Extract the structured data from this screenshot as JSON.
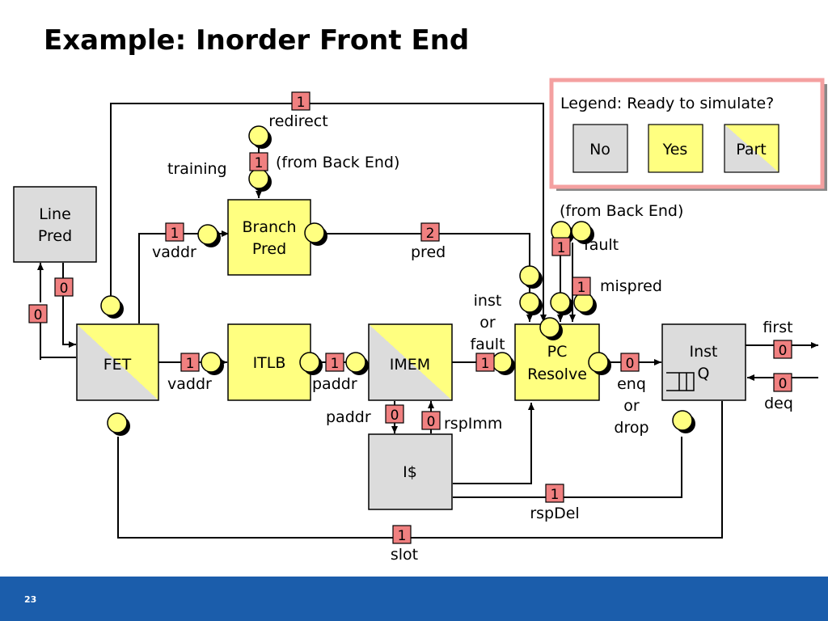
{
  "title": "Example: Inorder Front End",
  "page_number": "23",
  "colors": {
    "ready_yes": "#ffff80",
    "ready_no": "#dcdcdc",
    "counter": "#f08080",
    "legend_border": "#f4a0a0",
    "footer": "#1b5dab"
  },
  "legend": {
    "title": "Legend: Ready to simulate?",
    "no": "No",
    "yes": "Yes",
    "part": "Part"
  },
  "blocks": {
    "line_pred": [
      "Line",
      "Pred"
    ],
    "branch_pred": [
      "Branch",
      "Pred"
    ],
    "fet": "FET",
    "itlb": "ITLB",
    "imem": "IMEM",
    "pc_resolve": [
      "PC",
      "Resolve"
    ],
    "inst_q": [
      "Inst",
      "Q"
    ],
    "icache": "I$"
  },
  "counters": {
    "redirect": "1",
    "training": "1",
    "vaddr_bp": "1",
    "pred": "2",
    "fault_in": "1",
    "mispred": "1",
    "line_pred_out": "0",
    "line_pred_in": "0",
    "vaddr_itlb": "1",
    "paddr_imem": "1",
    "inst_fault": "1",
    "enq": "0",
    "first": "0",
    "deq": "0",
    "paddr_icache": "0",
    "rsp_imm": "0",
    "rsp_del": "1",
    "slot": "1"
  },
  "labels": {
    "redirect": "redirect",
    "training": "training",
    "from_back_end_1": "(from Back End)",
    "from_back_end_2": "(from Back End)",
    "vaddr_1": "vaddr",
    "pred": "pred",
    "fault": "fault",
    "mispred": "mispred",
    "inst_or_fault": [
      "inst",
      "or",
      "fault"
    ],
    "vaddr_2": "vaddr",
    "paddr_1": "paddr",
    "enq_or_drop": [
      "enq",
      "or",
      "drop"
    ],
    "first": "first",
    "deq": "deq",
    "paddr_2": "paddr",
    "rsp_imm": "rspImm",
    "rsp_del": "rspDel",
    "slot": "slot"
  }
}
